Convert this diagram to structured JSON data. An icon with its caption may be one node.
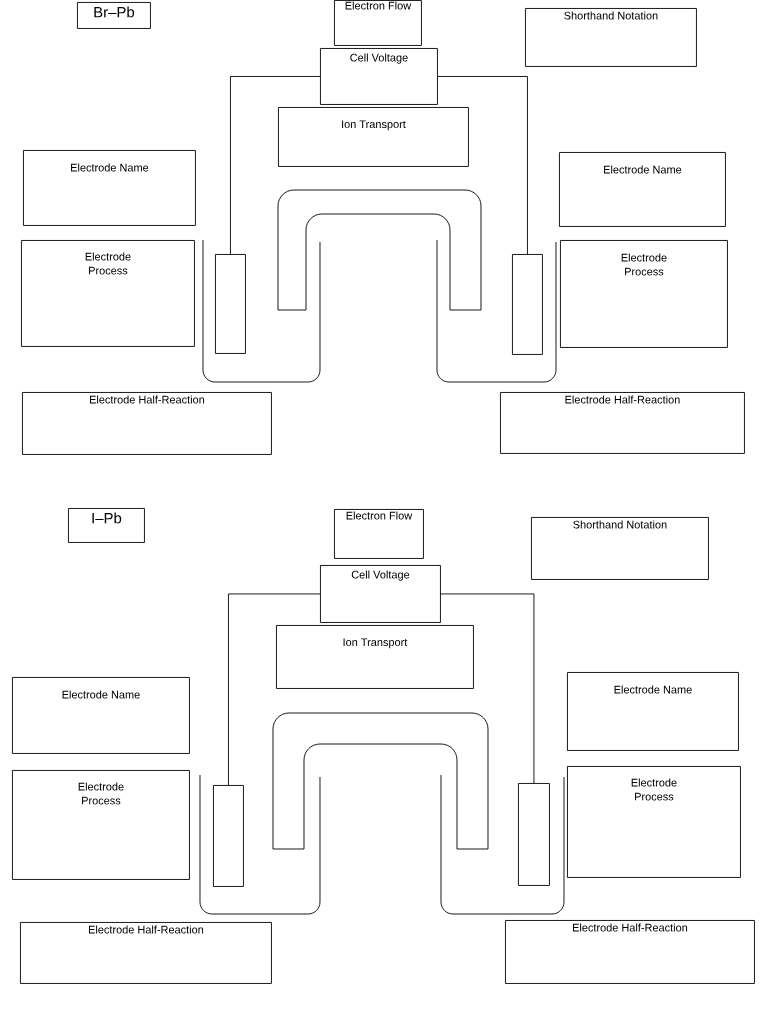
{
  "diagram": {
    "nodes": [
      {
        "text": [
          "Br–Pb"
        ]
      },
      {
        "text": [
          "Electron Flow"
        ]
      },
      {
        "text": [
          "Shorthand Notation"
        ]
      },
      {
        "text": [
          "Cell Voltage"
        ]
      },
      {
        "text": [
          "Ion Transport"
        ]
      },
      {
        "text": [
          "Electrode Name"
        ]
      },
      {
        "text": [
          "Electrode Name"
        ]
      },
      {
        "text": [
          "Electrode Process"
        ]
      },
      {
        "text": [
          "Electrode Process"
        ]
      },
      {
        "text": [
          "Electrode Half-Reaction"
        ]
      },
      {
        "text": [
          "Electrode Half-Reaction"
        ]
      },
      {
        "text": [],
        "shape": "bar"
      },
      {
        "text": [],
        "shape": "bar"
      },
      {
        "text": [
          "I–Pb"
        ]
      },
      {
        "text": [
          "Electron Flow"
        ]
      },
      {
        "text": [
          "Shorthand Notation"
        ]
      },
      {
        "text": [
          "Cell Voltage"
        ]
      },
      {
        "text": [
          "Ion Transport"
        ]
      },
      {
        "text": [
          "Electrode Name"
        ]
      },
      {
        "text": [
          "Electrode Name"
        ]
      },
      {
        "text": [
          "Electrode Process"
        ]
      },
      {
        "text": [
          "Electrode Process"
        ]
      },
      {
        "text": [
          "Electrode Half-Reaction"
        ]
      },
      {
        "text": [
          "Electrode Half-Reaction"
        ]
      },
      {
        "text": [],
        "shape": "bar"
      },
      {
        "text": [],
        "shape": "bar"
      }
    ],
    "edges": [
      {
        "from": 3,
        "to": 11,
        "arrow": "none"
      },
      {
        "from": 3,
        "to": 12,
        "arrow": "none"
      },
      {
        "from": 16,
        "to": 24,
        "arrow": "none"
      },
      {
        "from": 16,
        "to": 25,
        "arrow": "none"
      }
    ]
  }
}
